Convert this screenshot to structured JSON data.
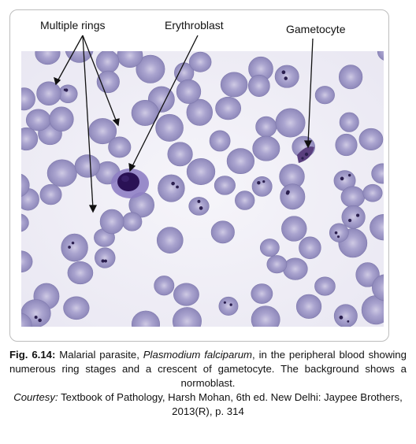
{
  "figure": {
    "labels": {
      "multiple_rings": "Multiple rings",
      "erythroblast": "Erythroblast",
      "gametocyte": "Gametocyte"
    },
    "image_icon": "blood-smear-micrograph",
    "colors": {
      "background": "#f5f4f9",
      "rbc_fill": "#9d97c4",
      "rbc_pale_center": "#d6d2e8",
      "parasite": "#2b1f4f",
      "erythroblast_nucleus": "#2a1155",
      "erythroblast_cytoplasm": "#8b7cc0",
      "gametocyte": "#5a3f7e"
    }
  },
  "caption": {
    "fig_number": "Fig. 6.14:",
    "text_before_species": " Malarial parasite, ",
    "species": "Plasmodium falciparum",
    "text_after_species": ", in the peripheral blood showing numerous ring stages and a crescent of gametocyte. The background shows a normoblast.",
    "courtesy_label": "Courtesy:",
    "courtesy_text": " Textbook of Pathology, Harsh Mohan, 6th ed. New Delhi: Jaypee Brothers, 2013(R), p. 314"
  }
}
